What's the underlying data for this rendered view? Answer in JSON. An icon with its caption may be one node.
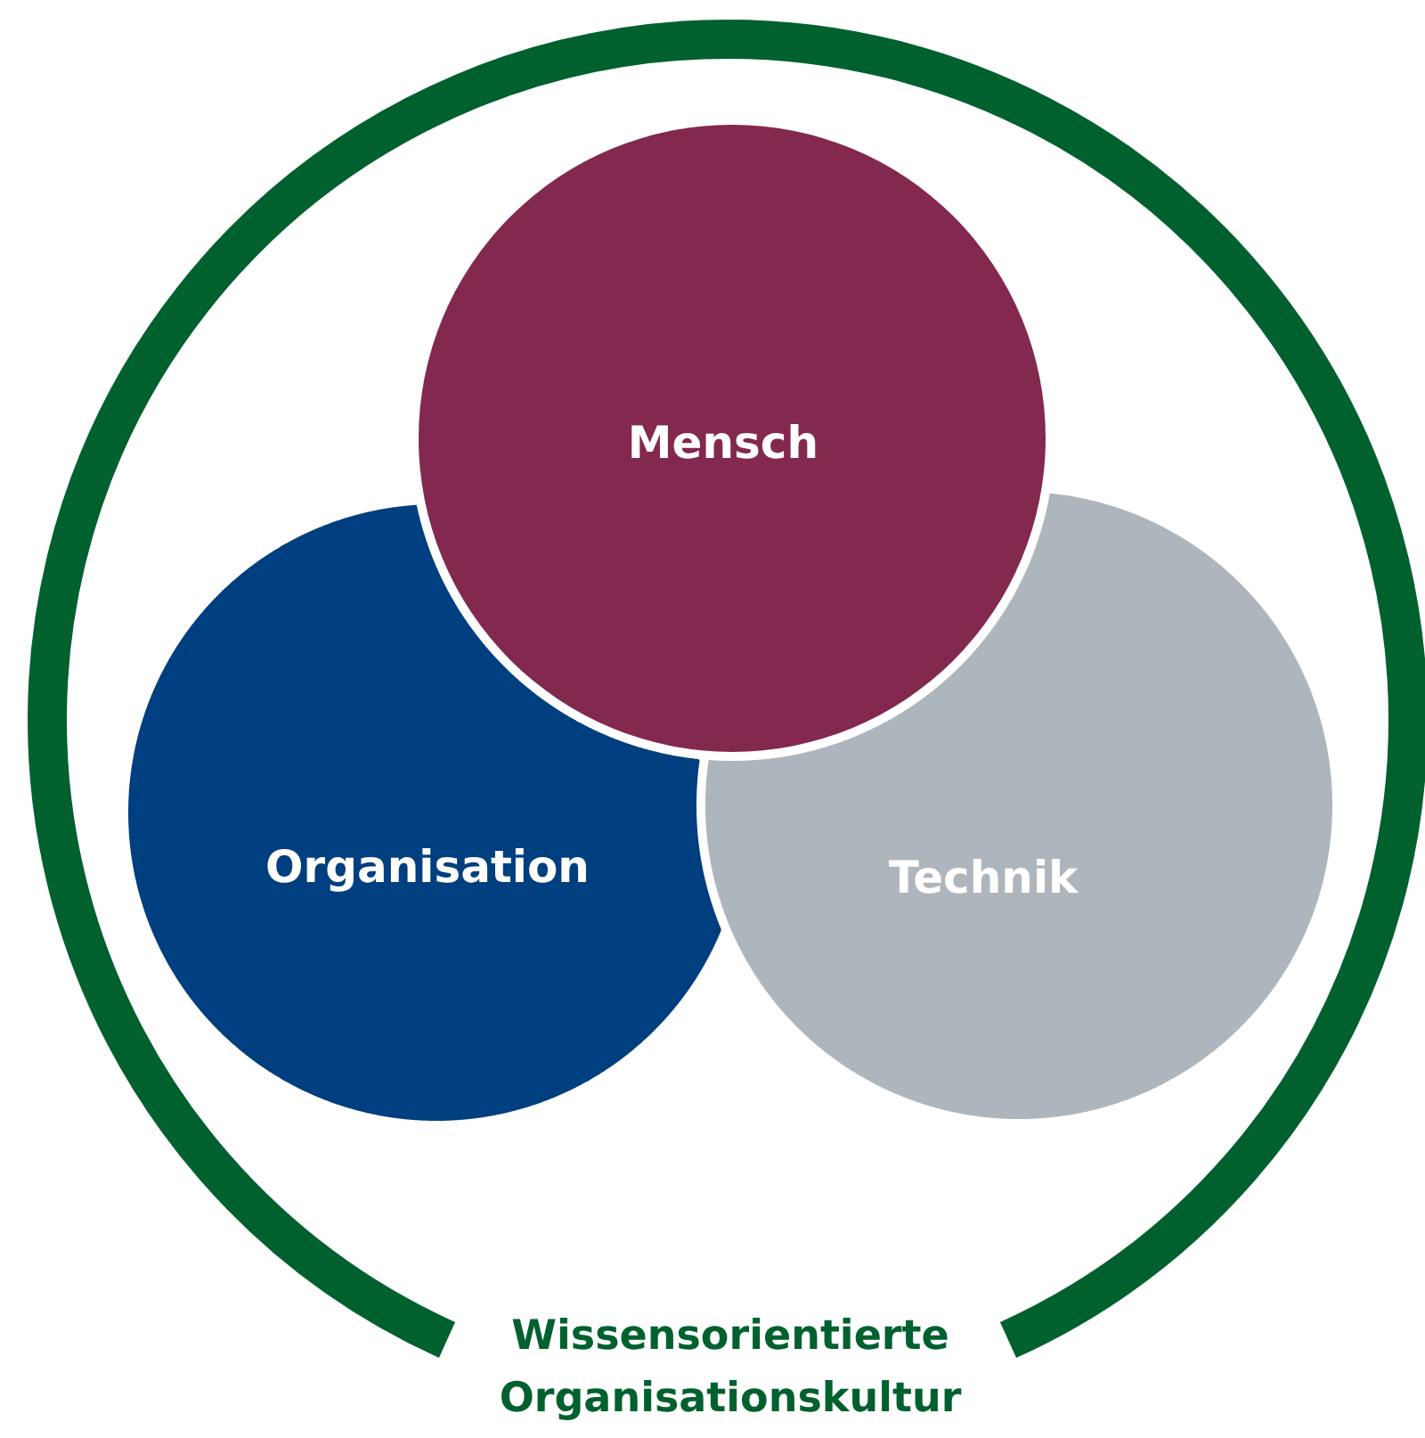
{
  "diagram": {
    "nodes": [
      {
        "text": [
          "Wissensorientierte Organisationskultur"
        ]
      },
      {
        "text": [
          "Mensch"
        ],
        "in": 0
      },
      {
        "text": [
          "Organisation"
        ],
        "in": 0
      },
      {
        "text": [
          "Technik"
        ],
        "in": 0
      }
    ]
  }
}
